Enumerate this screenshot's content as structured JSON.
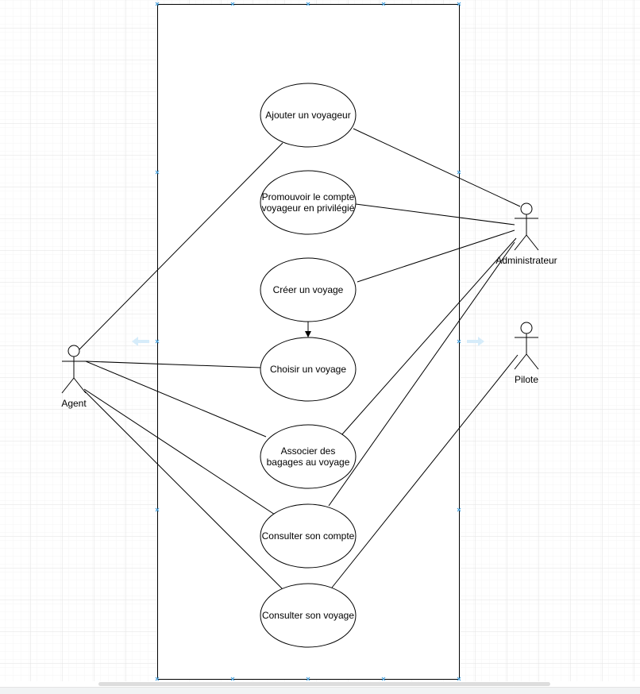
{
  "diagram": {
    "actors": {
      "agent": "Agent",
      "admin": "Administrateur",
      "pilot": "Pilote"
    },
    "use_cases": {
      "add_traveler": [
        "Ajouter un voyageur"
      ],
      "promote": [
        "Promouvoir le compte",
        "voyageur en privilégié"
      ],
      "create_trip": [
        "Créer un voyage"
      ],
      "choose_trip": [
        "Choisir un voyage"
      ],
      "luggage": [
        "Associer des",
        "bagages au voyage"
      ],
      "account": [
        "Consulter son compte"
      ],
      "view_trip": [
        "Consulter son voyage"
      ]
    }
  },
  "colors": {
    "grid_major": "#e2e2e2",
    "grid_minor": "#f4f4f4",
    "handle": "#4aa3df",
    "hint_arrow": "#d6ecfa"
  }
}
